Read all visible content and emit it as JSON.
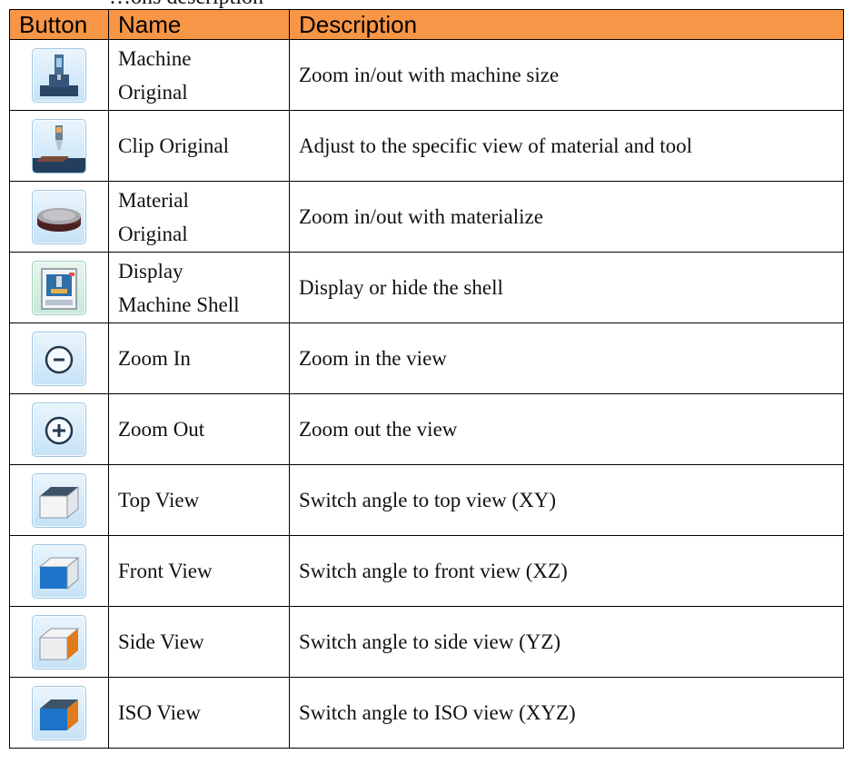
{
  "header_cutoff_text": "…ons description",
  "table": {
    "headers": [
      "Button",
      "Name",
      "Description"
    ],
    "rows": [
      {
        "icon": "machine-original-icon",
        "name": "Machine\nOriginal",
        "description": "Zoom in/out with machine size"
      },
      {
        "icon": "clip-original-icon",
        "name": "Clip Original",
        "description": "Adjust to the specific view of material and tool"
      },
      {
        "icon": "material-original-icon",
        "name": "Material\nOriginal",
        "description": "Zoom in/out with materialize"
      },
      {
        "icon": "display-machine-shell-icon",
        "name": "Display\nMachine Shell",
        "description": "Display or hide the shell"
      },
      {
        "icon": "zoom-minus-icon",
        "name": "Zoom In",
        "description": "Zoom in the view"
      },
      {
        "icon": "zoom-plus-icon",
        "name": "Zoom Out",
        "description": "Zoom out the view"
      },
      {
        "icon": "top-view-cube-icon",
        "name": "Top View",
        "description": "Switch angle to top view (XY)"
      },
      {
        "icon": "front-view-cube-icon",
        "name": "Front View",
        "description": "Switch angle to front view (XZ)"
      },
      {
        "icon": "side-view-cube-icon",
        "name": "Side View",
        "description": "Switch angle to side view (YZ)"
      },
      {
        "icon": "iso-view-cube-icon",
        "name": "ISO View",
        "description": "Switch angle to ISO view (XYZ)"
      }
    ]
  },
  "colors": {
    "header_bg": "#f79646",
    "icon_bg_light": "#eaf5fd",
    "icon_bg_dark": "#c6e2f6",
    "cube_blue": "#1c74c8",
    "cube_orange": "#e07a1c",
    "cube_dark": "#3d5368"
  }
}
